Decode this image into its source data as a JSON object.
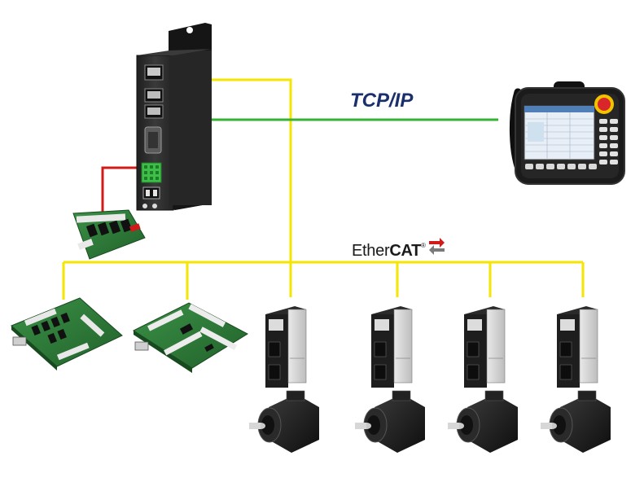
{
  "labels": {
    "tcp_ip": "TCP/IP",
    "ethercat_prefix": "Ether",
    "ethercat_suffix": "CAT",
    "ethercat_mark": "®"
  },
  "colors": {
    "ethercat_line": "#f5e600",
    "tcpip_line": "#33b233",
    "relay_wire": "#d11a1a",
    "controller_body": "#2b2b2b",
    "pcb_green": "#2f7d3a",
    "pendant_estop": "#d8262a"
  },
  "devices": {
    "controller": "motion-controller-icon",
    "teach_pendant": "teach-pendant-icon",
    "relay_board": "relay-board-icon",
    "io_boards": [
      "io-board-icon",
      "io-board-icon"
    ],
    "servo_drives": [
      "servo-drive-icon",
      "servo-drive-icon",
      "servo-drive-icon",
      "servo-drive-icon"
    ],
    "servo_motors": [
      "servo-motor-icon",
      "servo-motor-icon",
      "servo-motor-icon",
      "servo-motor-icon"
    ]
  }
}
